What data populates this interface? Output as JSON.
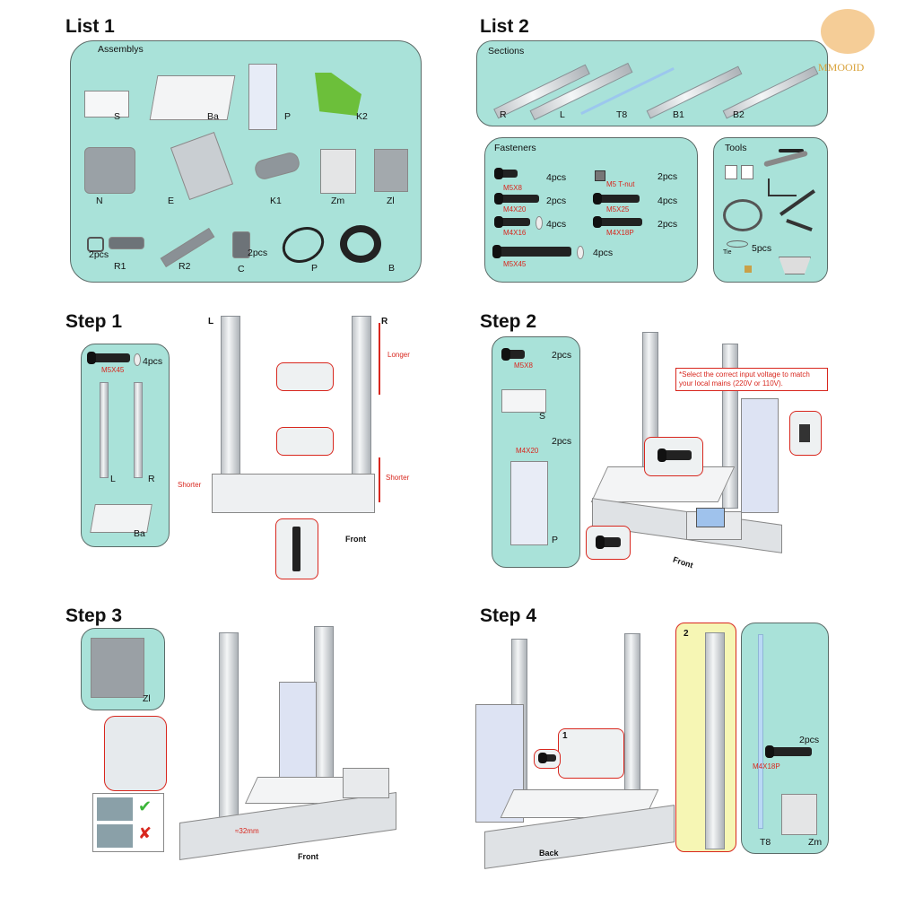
{
  "watermark": {
    "text": "MMOOID"
  },
  "list1": {
    "title": "List 1",
    "subtitle": "Assemblys",
    "items": [
      "S",
      "Ba",
      "P",
      "K2",
      "N",
      "E",
      "K1",
      "Zm",
      "Zl",
      "R1",
      "R2",
      "C",
      "P",
      "B"
    ],
    "r1_qty": "2pcs",
    "c_qty": "2pcs"
  },
  "list2": {
    "title": "List 2",
    "sections_label": "Sections",
    "sections": [
      "R",
      "L",
      "T8",
      "B1",
      "B2"
    ],
    "fasteners_label": "Fasteners",
    "fasteners": [
      {
        "name": "M5X8",
        "qty": "4pcs"
      },
      {
        "name": "M4X20",
        "qty": "2pcs"
      },
      {
        "name": "M4X16",
        "qty": "4pcs"
      },
      {
        "name": "M5X45",
        "qty": "4pcs"
      },
      {
        "name": "M5 T-nut",
        "qty": "2pcs"
      },
      {
        "name": "M5X25",
        "qty": "4pcs"
      },
      {
        "name": "M4X18P",
        "qty": "2pcs"
      }
    ],
    "tools_label": "Tools",
    "tie_label": "Tie",
    "tie_qty": "5pcs"
  },
  "step1": {
    "title": "Step 1",
    "bolt": "M5X45",
    "qty": "4pcs",
    "parts": [
      "L",
      "R",
      "Ba"
    ],
    "side_left": "L",
    "side_right": "R",
    "longer": "Longer",
    "shorter": "Shorter",
    "front": "Front"
  },
  "step2": {
    "title": "Step 2",
    "items": [
      {
        "name": "M5X8",
        "qty": "2pcs"
      },
      {
        "name": "S",
        "qty": ""
      },
      {
        "name": "M4X20",
        "qty": "2pcs"
      },
      {
        "name": "P",
        "qty": ""
      }
    ],
    "note": "*Select the correct input voltage to match your local mains (220V or 110V).",
    "front": "Front"
  },
  "step3": {
    "title": "Step 3",
    "part": "Zl",
    "measure": "≈32mm",
    "front": "Front"
  },
  "step4": {
    "title": "Step 4",
    "callout1": "1",
    "callout2": "2",
    "bolt": "M4X18P",
    "qty": "2pcs",
    "parts": [
      "T8",
      "Zm"
    ],
    "back": "Back"
  },
  "colors": {
    "panel": "#a9e2d9",
    "accent_red": "#d8271e",
    "highlight": "#f6f6b4"
  }
}
